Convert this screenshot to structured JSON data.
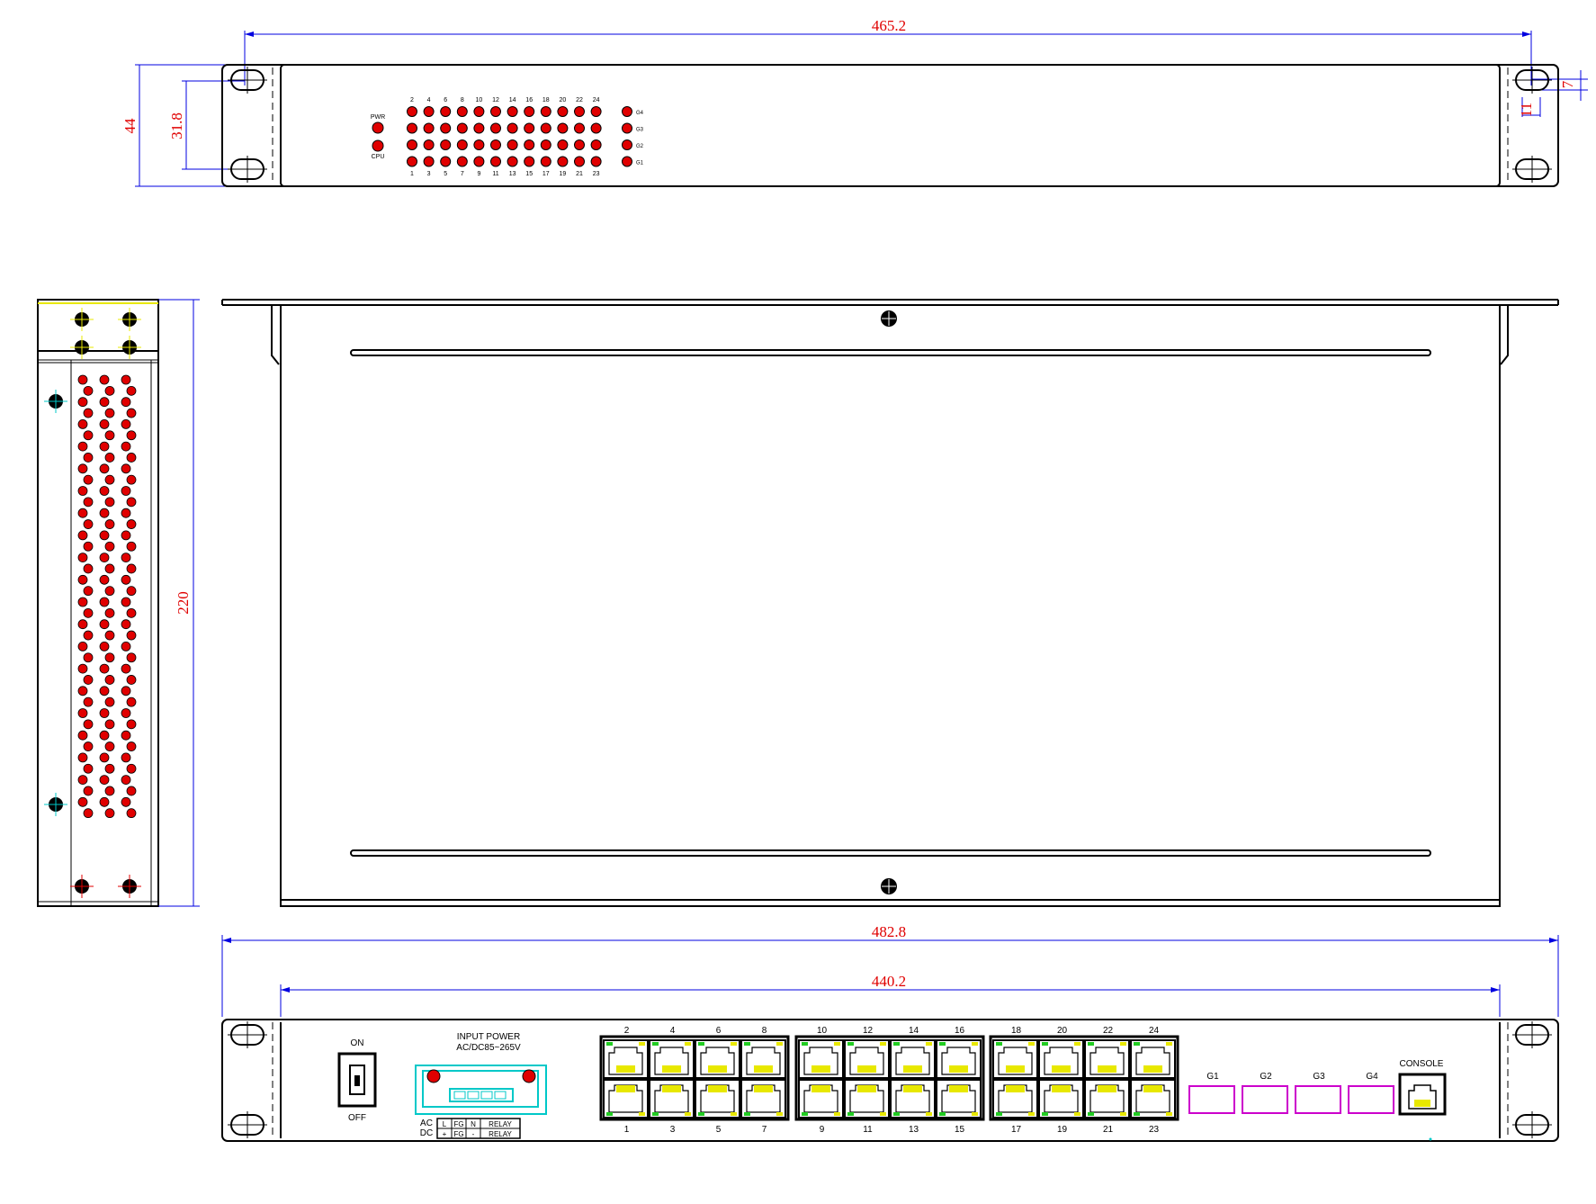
{
  "dimensions": {
    "top_width": "465.2",
    "top_height": "44",
    "top_inner_height": "31.8",
    "ear_hole_offset": "7",
    "ear_hole_width": "11",
    "side_depth": "220",
    "rear_total_width": "482.8",
    "rear_body_width": "440.2"
  },
  "front_leds": {
    "top_numbers": [
      "2",
      "4",
      "6",
      "8",
      "10",
      "12",
      "14",
      "16",
      "18",
      "20",
      "22",
      "24"
    ],
    "bottom_numbers": [
      "1",
      "3",
      "5",
      "7",
      "9",
      "11",
      "13",
      "15",
      "17",
      "19",
      "21",
      "23"
    ],
    "status_labels": [
      "PWR",
      "CPU"
    ],
    "gig_labels": [
      "G4",
      "G3",
      "G2",
      "G1"
    ]
  },
  "rear_panel": {
    "switch_on": "ON",
    "switch_off": "OFF",
    "power_title": "INPUT POWER",
    "power_range": "AC/DC85~265V",
    "terminal_ac_label": "AC",
    "terminal_dc_label": "DC",
    "terminal_ac_cells": [
      "L",
      "FG",
      "N",
      "RELAY"
    ],
    "terminal_dc_cells": [
      "+",
      "FG",
      "-",
      "RELAY"
    ],
    "port_top_numbers": [
      "2",
      "4",
      "6",
      "8",
      "10",
      "12",
      "14",
      "16",
      "18",
      "20",
      "22",
      "24"
    ],
    "port_bottom_numbers": [
      "1",
      "3",
      "5",
      "7",
      "9",
      "11",
      "13",
      "15",
      "17",
      "19",
      "21",
      "23"
    ],
    "sfp_labels": [
      "G1",
      "G2",
      "G3",
      "G4"
    ],
    "console_label": "CONSOLE"
  },
  "colors": {
    "dimension": "#e00000",
    "dimension_line": "#0000e0",
    "led": "#e00000",
    "rj45_led_green": "#22cc22",
    "rj45_led_yellow": "#e8e800",
    "sfp": "#cc00cc",
    "terminal": "#00c8c8"
  }
}
